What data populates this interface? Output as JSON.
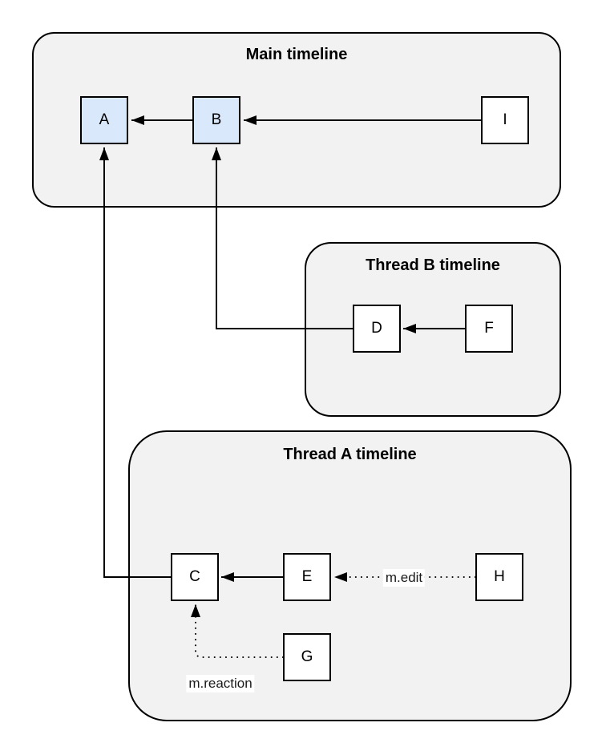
{
  "diagram": {
    "containers": {
      "main": {
        "title": "Main timeline"
      },
      "thread_b": {
        "title": "Thread B timeline"
      },
      "thread_a": {
        "title": "Thread A timeline"
      }
    },
    "nodes": {
      "a": {
        "label": "A",
        "highlighted": true
      },
      "b": {
        "label": "B",
        "highlighted": true
      },
      "i": {
        "label": "I",
        "highlighted": false
      },
      "d": {
        "label": "D",
        "highlighted": false
      },
      "f": {
        "label": "F",
        "highlighted": false
      },
      "c": {
        "label": "C",
        "highlighted": false
      },
      "e": {
        "label": "E",
        "highlighted": false
      },
      "h": {
        "label": "H",
        "highlighted": false
      },
      "g": {
        "label": "G",
        "highlighted": false
      }
    },
    "edges": {
      "b_to_a": {
        "from": "B",
        "to": "A",
        "style": "solid"
      },
      "i_to_b": {
        "from": "I",
        "to": "B",
        "style": "solid"
      },
      "f_to_d": {
        "from": "F",
        "to": "D",
        "style": "solid"
      },
      "d_to_b": {
        "from": "D",
        "to": "B",
        "style": "solid"
      },
      "e_to_c": {
        "from": "E",
        "to": "C",
        "style": "solid"
      },
      "c_to_a": {
        "from": "C",
        "to": "A",
        "style": "solid"
      },
      "h_to_e": {
        "from": "H",
        "to": "E",
        "style": "dotted",
        "label": "m.edit"
      },
      "g_to_c": {
        "from": "G",
        "to": "C",
        "style": "dotted",
        "label": "m.reaction"
      }
    },
    "colors": {
      "highlight_fill": "#dae8fc",
      "node_fill": "#ffffff",
      "container_fill": "#f2f2f2",
      "stroke": "#000000",
      "label_background": "#ffffff"
    }
  }
}
